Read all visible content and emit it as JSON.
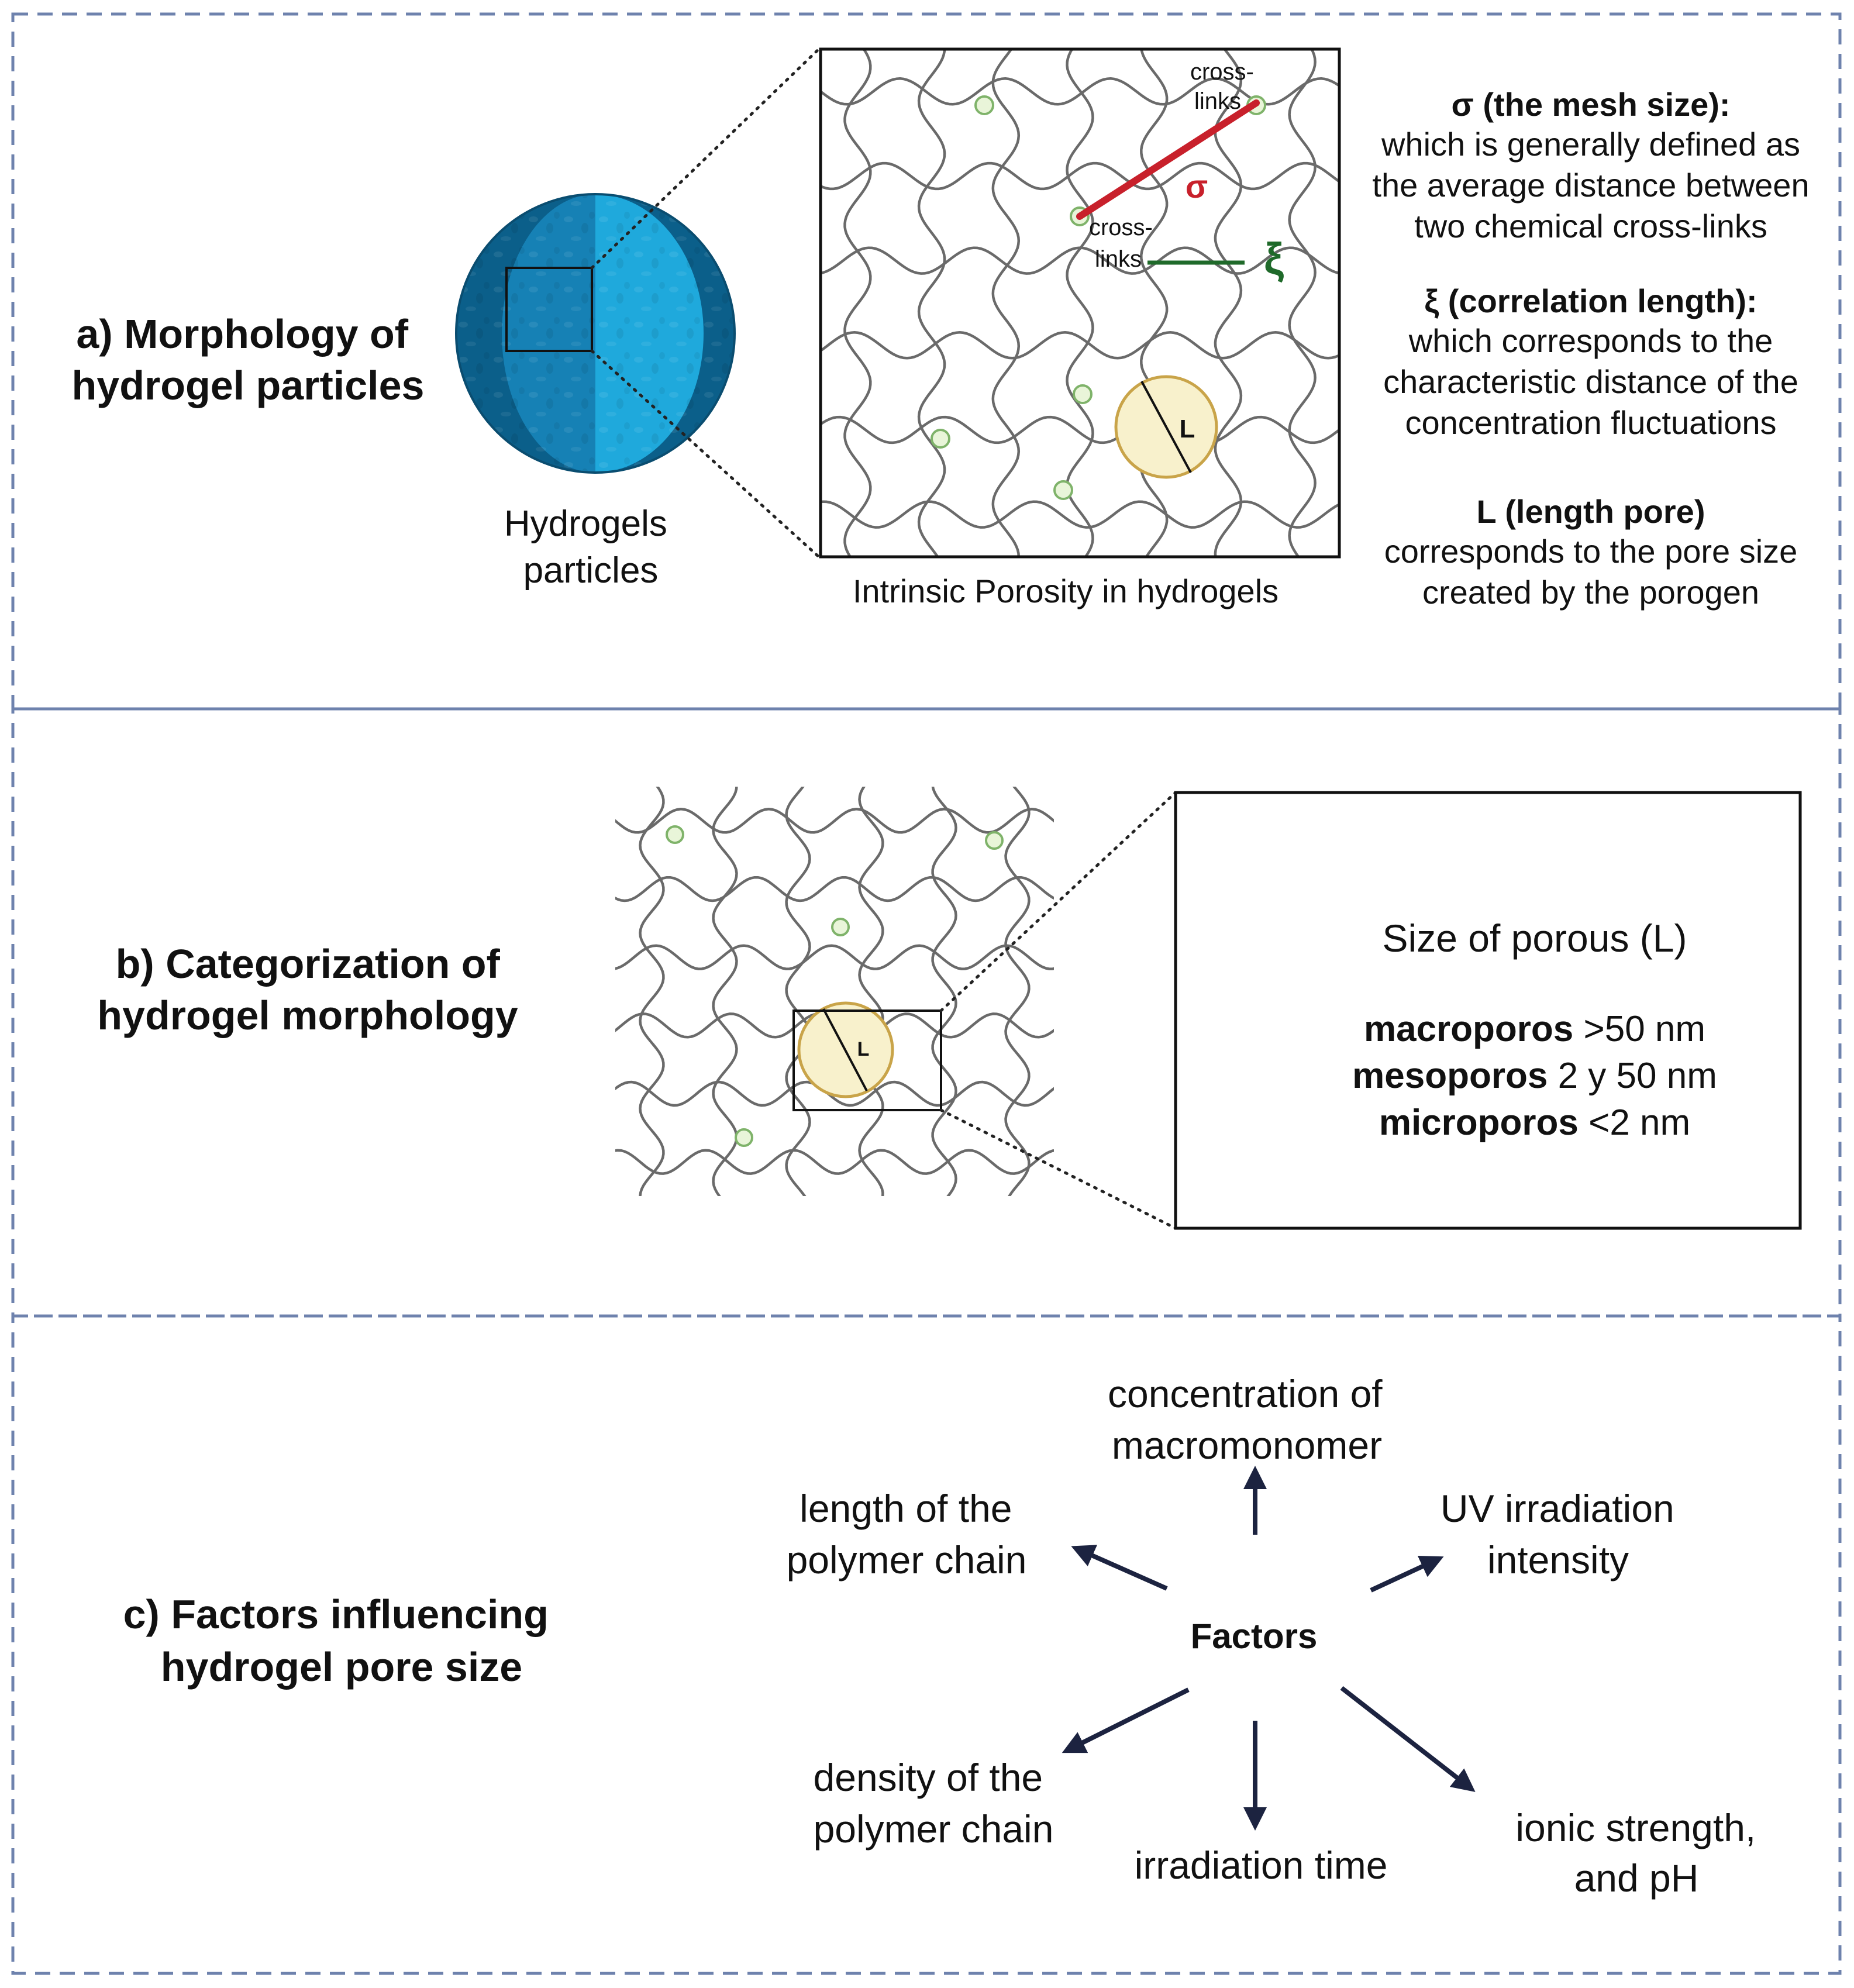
{
  "panels": {
    "a": {
      "title": [
        "a) Morphology of",
        "hydrogel particles"
      ],
      "particle_label": [
        "Hydrogels",
        "particles"
      ],
      "zoom_caption": "Intrinsic Porosity in hydrogels",
      "crosslink_label_top": [
        "cross-",
        "links"
      ],
      "crosslink_label_mid": [
        "cross-",
        "links"
      ],
      "sigma_symbol": "σ",
      "xi_symbol": "ξ",
      "pore_symbol": "L",
      "definitions": [
        {
          "term": "σ (the mesh size):",
          "lines": [
            "which is generally defined as",
            "the average distance between",
            "two chemical cross-links"
          ]
        },
        {
          "term": "ξ (correlation length):",
          "lines": [
            "which corresponds to the",
            "characteristic distance of the",
            "concentration fluctuations"
          ]
        },
        {
          "term": "L (length pore)",
          "lines": [
            "corresponds to the pore size",
            "created by the porogen"
          ]
        }
      ]
    },
    "b": {
      "title": [
        "b) Categorization of",
        "hydrogel morphology"
      ],
      "pore_symbol": "L",
      "box_title": "Size of porous (L)",
      "categories": [
        {
          "name": "macroporos",
          "range": " >50 nm"
        },
        {
          "name": "mesoporos",
          "range": " 2 y 50 nm"
        },
        {
          "name": "microporos",
          "range": " <2 nm"
        }
      ]
    },
    "c": {
      "title": [
        "c) Factors influencing",
        "hydrogel pore size"
      ],
      "center": "Factors",
      "factors": [
        {
          "lines": [
            "concentration of",
            "macromonomer"
          ]
        },
        {
          "lines": [
            "UV irradiation",
            "intensity"
          ]
        },
        {
          "lines": [
            "ionic strength,",
            "and pH"
          ]
        },
        {
          "lines": [
            "irradiation time"
          ]
        },
        {
          "lines": [
            "density of the",
            "polymer chain"
          ]
        },
        {
          "lines": [
            "length of the",
            "polymer chain"
          ]
        }
      ]
    }
  },
  "colors": {
    "panel_border": "#6e82ad",
    "sphere_dark": "#0b5f8a",
    "sphere_mid": "#1681b5",
    "sphere_light": "#1fa9dc",
    "sigma": "#c8202b",
    "xi": "#1f6a2a",
    "pore_fill": "#f8f1cc",
    "pore_stroke": "#c9a449",
    "node_fill": "#e9f5d9",
    "arrow": "#1c2340"
  }
}
